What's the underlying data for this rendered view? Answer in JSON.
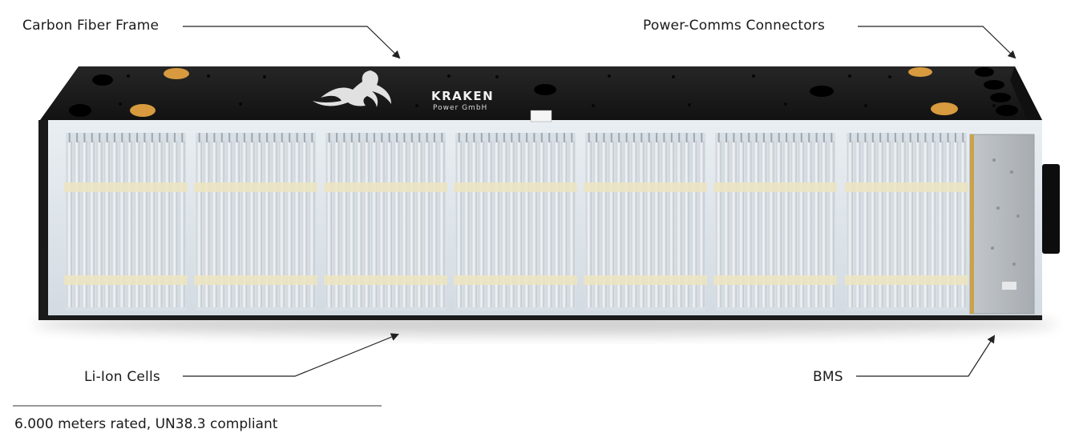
{
  "labels": {
    "frame": "Carbon Fiber Frame",
    "connectors": "Power-Comms  Connectors",
    "cells": "Li-Ion Cells",
    "bms": "BMS"
  },
  "logo": {
    "brand": "KRAKEN",
    "sub": "Power GmbH"
  },
  "footnote": "6.000 meters rated, UN38.3 compliant",
  "colors": {
    "frame": "#1c1c1c",
    "cell_pack": "#dfe6ec",
    "cell_tape": "#ece4c2",
    "bms_plate": "#b8bcc0",
    "badge": "#d79a3e",
    "leader": "#222222"
  }
}
